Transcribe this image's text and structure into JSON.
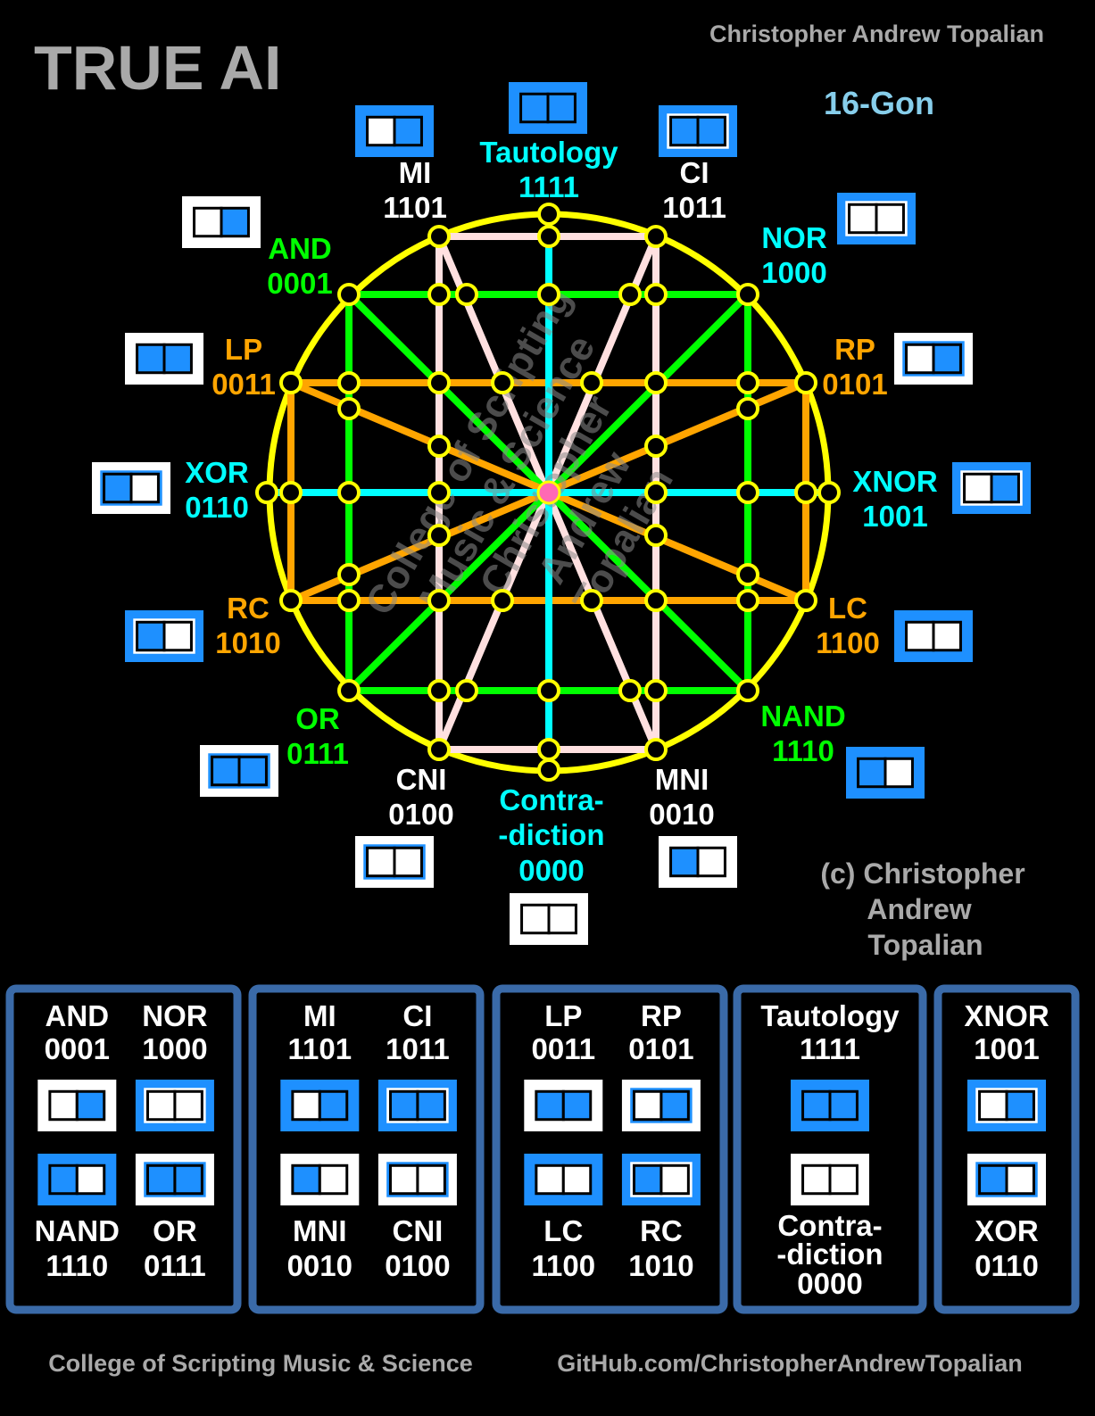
{
  "header": {
    "title": "TRUE AI",
    "author": "Christopher Andrew Topalian",
    "shape": "16-Gon"
  },
  "watermark": [
    "College of Scripting",
    "Music & Science",
    "Christopher",
    "Andrew",
    "Topalian"
  ],
  "copyright": [
    "(c) Christopher",
    "Andrew",
    "Topalian"
  ],
  "footer": {
    "left": "College of Scripting Music & Science",
    "right": "GitHub.com/ChristopherAndrewTopalian"
  },
  "colors": {
    "yellow": "#ffff00",
    "green": "#00ff00",
    "orange": "#ffa500",
    "cyan": "#00ffff",
    "pink": "#ffe0e0",
    "blue": "#1e90ff",
    "center": "#ff69b4",
    "panel_border": "#3a6aa8",
    "title_gray": "#a9a9a9"
  },
  "gates": {
    "taut": {
      "name": "Tautology",
      "code": "1111",
      "color": "cyan"
    },
    "ci": {
      "name": "CI",
      "code": "1011",
      "color": "white"
    },
    "nor": {
      "name": "NOR",
      "code": "1000",
      "color": "cyan"
    },
    "rp": {
      "name": "RP",
      "code": "0101",
      "color": "orange"
    },
    "xnor": {
      "name": "XNOR",
      "code": "1001",
      "color": "cyan"
    },
    "lc": {
      "name": "LC",
      "code": "1100",
      "color": "orange"
    },
    "nand": {
      "name": "NAND",
      "code": "1110",
      "color": "green"
    },
    "mni": {
      "name": "MNI",
      "code": "0010",
      "color": "white"
    },
    "contra": {
      "name": [
        "Contra-",
        "-diction"
      ],
      "code": "0000",
      "color": "cyan"
    },
    "cni": {
      "name": "CNI",
      "code": "0100",
      "color": "white"
    },
    "or": {
      "name": "OR",
      "code": "0111",
      "color": "green"
    },
    "rc": {
      "name": "RC",
      "code": "1010",
      "color": "orange"
    },
    "xor": {
      "name": "XOR",
      "code": "0110",
      "color": "cyan"
    },
    "lp": {
      "name": "LP",
      "code": "0011",
      "color": "orange"
    },
    "and": {
      "name": "AND",
      "code": "0001",
      "color": "green"
    },
    "mi": {
      "name": "MI",
      "code": "1101",
      "color": "white"
    }
  },
  "panels": [
    [
      {
        "gate": "and"
      },
      {
        "gate": "nor"
      },
      {
        "gate": "nand"
      },
      {
        "gate": "or"
      }
    ],
    [
      {
        "gate": "mi"
      },
      {
        "gate": "ci"
      },
      {
        "gate": "mni"
      },
      {
        "gate": "cni"
      }
    ],
    [
      {
        "gate": "lp"
      },
      {
        "gate": "rp"
      },
      {
        "gate": "lc"
      },
      {
        "gate": "rc"
      }
    ],
    [
      {
        "gate": "taut"
      },
      {
        "gate": "contra"
      }
    ],
    [
      {
        "gate": "xnor"
      },
      {
        "gate": "xor"
      }
    ]
  ]
}
